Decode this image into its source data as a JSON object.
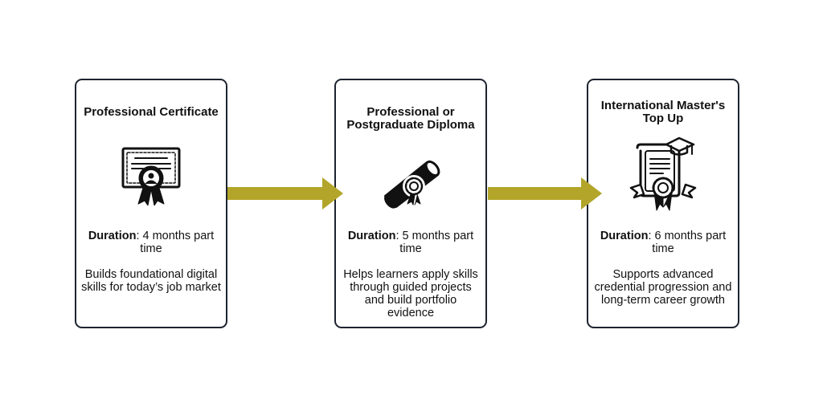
{
  "colors": {
    "card_border": "#1d2430",
    "arrow": "#b3a52a",
    "icon": "#111111",
    "background": "#ffffff"
  },
  "stages": [
    {
      "title": "Professional Certificate",
      "icon": "certificate-icon",
      "duration_label": "Duration",
      "duration_value": ": 4 months part time",
      "description": "Builds foundational digital skills for today’s job market"
    },
    {
      "title": "Professional or Postgraduate Diploma",
      "icon": "diploma-scroll-icon",
      "duration_label": "Duration",
      "duration_value": ": 5 months part time",
      "description": "Helps learners apply skills through guided projects and build portfolio evidence"
    },
    {
      "title": "International Master's Top Up",
      "icon": "masters-degree-icon",
      "duration_label": "Duration",
      "duration_value": ": 6 months part time",
      "description": "Supports advanced credential progression and long-term career growth"
    }
  ],
  "arrows": [
    {
      "icon": "right-arrow-icon"
    },
    {
      "icon": "right-arrow-icon"
    }
  ]
}
